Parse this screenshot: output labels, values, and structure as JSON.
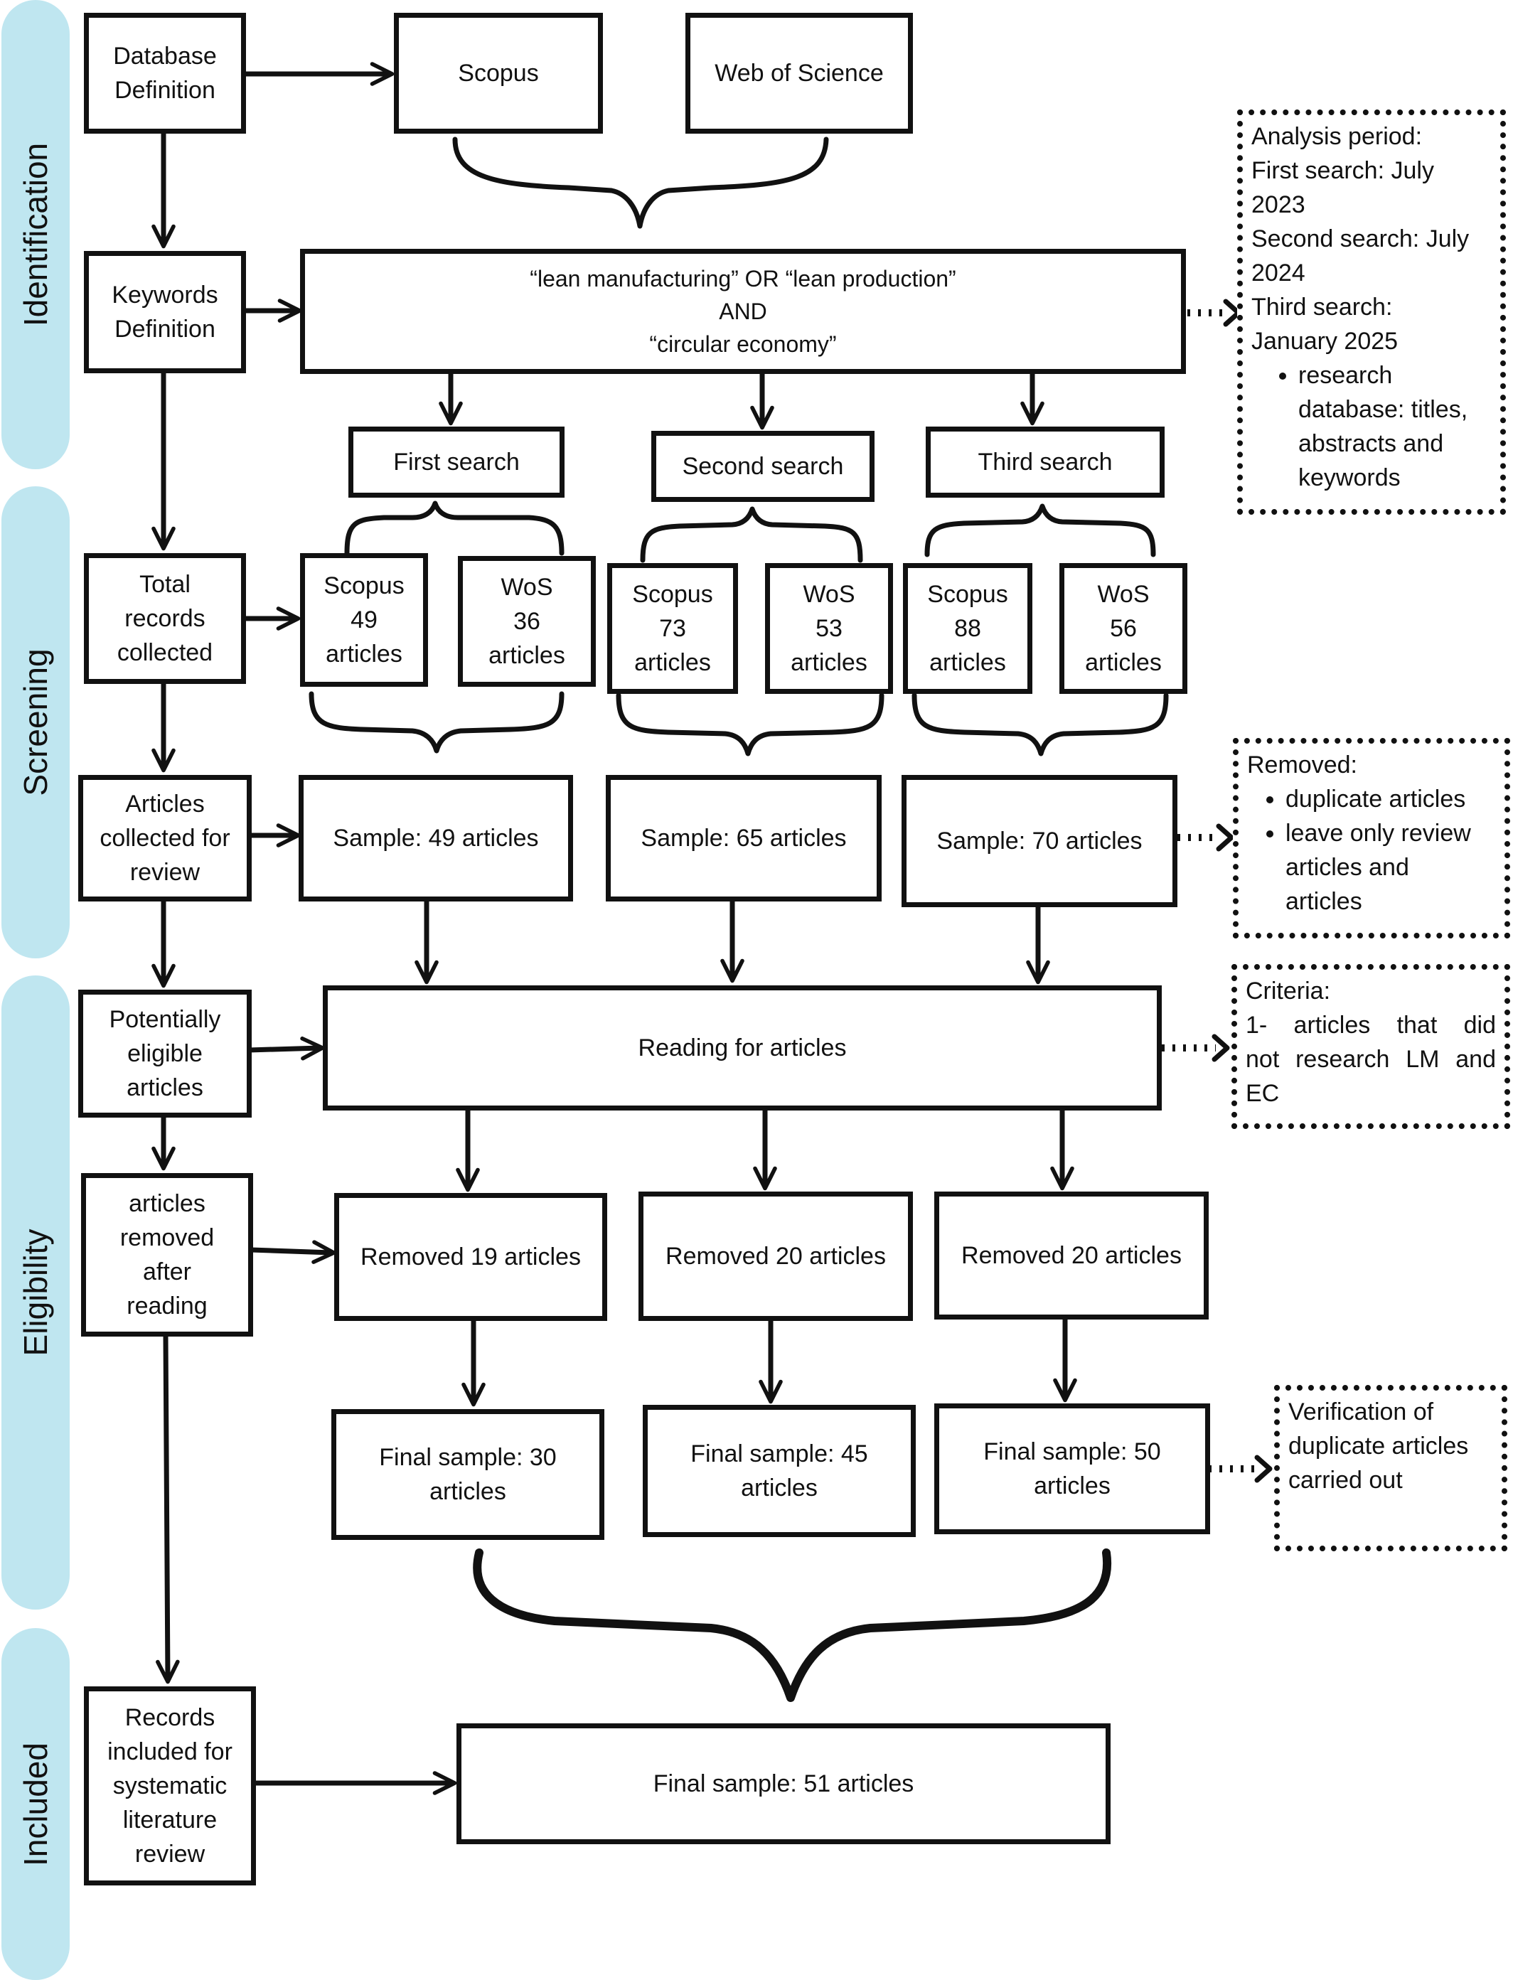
{
  "phases": {
    "identification": "Identification",
    "screening": "Screening",
    "eligibility": "Eligibility",
    "included": "Included"
  },
  "steps": {
    "database": [
      "Database",
      "Definition"
    ],
    "keywords": [
      "Keywords",
      "Definition"
    ],
    "total": [
      "Total",
      "records",
      "collected"
    ],
    "collected": [
      "Articles",
      "collected for",
      "review"
    ],
    "potentially": [
      "Potentially",
      "eligible",
      "articles"
    ],
    "removed_after": [
      "articles",
      "removed",
      "after",
      "reading"
    ],
    "records_included": [
      "Records",
      "included for",
      "systematic",
      "literature",
      "review"
    ]
  },
  "databases": {
    "scopus": "Scopus",
    "wos": "Web of Science"
  },
  "query": {
    "line1": "“lean manufacturing” OR “lean production”",
    "line2": "AND",
    "line3": "“circular economy”"
  },
  "searches": [
    "First search",
    "Second search",
    "Third search"
  ],
  "records": {
    "s1_scopus": [
      "Scopus",
      "49",
      "articles"
    ],
    "s1_wos": [
      "WoS",
      "36",
      "articles"
    ],
    "s2_scopus": [
      "Scopus",
      "73",
      "articles"
    ],
    "s2_wos": [
      "WoS",
      "53",
      "articles"
    ],
    "s3_scopus": [
      "Scopus",
      "88",
      "articles"
    ],
    "s3_wos": [
      "WoS",
      "56",
      "articles"
    ]
  },
  "samples": [
    "Sample: 49 articles",
    "Sample: 65 articles",
    "Sample: 70 articles"
  ],
  "reading": "Reading for articles",
  "removed": [
    "Removed 19 articles",
    "Removed 20 articles",
    "Removed 20 articles"
  ],
  "final_samples": {
    "f1": [
      "Final sample: 30",
      "articles"
    ],
    "f2": [
      "Final sample: 45",
      "articles"
    ],
    "f3": [
      "Final sample: 50",
      "articles"
    ]
  },
  "final_total": "Final sample: 51 articles",
  "notes": {
    "analysis": {
      "lines": [
        "Analysis period:",
        "First search: July",
        "2023",
        "Second search: July",
        "2024",
        "Third search:",
        "January 2025"
      ],
      "bullet": [
        "research",
        "database: titles,",
        "abstracts and",
        "keywords"
      ]
    },
    "removed": {
      "title": "Removed:",
      "bullet1": "duplicate articles",
      "bullet2": [
        "leave only review",
        "articles and",
        "articles"
      ]
    },
    "criteria": {
      "title": "Criteria:",
      "lines": [
        "1- articles that did",
        "not research LM and",
        "EC"
      ]
    },
    "verification": [
      "Verification of",
      "duplicate articles",
      "carried out"
    ]
  }
}
